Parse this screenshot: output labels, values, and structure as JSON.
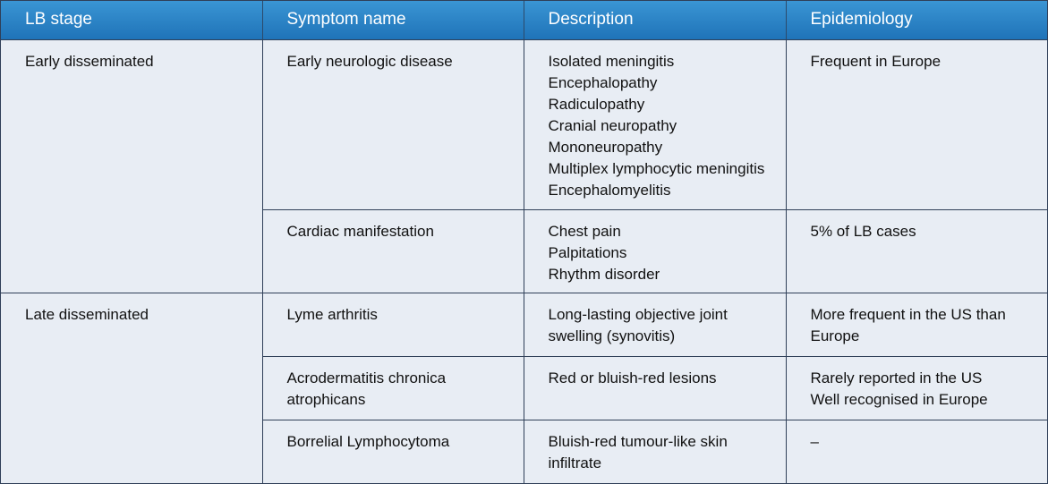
{
  "headers": [
    "LB stage",
    "Symptom name",
    "Description",
    "Epidemiology"
  ],
  "rows": [
    {
      "stage": "Early disseminated",
      "symptom": "Early neurologic disease",
      "description": [
        "Isolated meningitis",
        "Encephalopathy",
        "Radiculopathy",
        "Cranial neuropathy",
        "Mononeuropathy",
        "Multiplex lymphocytic meningitis",
        "Encephalomyelitis"
      ],
      "epidemiology": [
        "Frequent in Europe"
      ]
    },
    {
      "stage": "",
      "symptom": "Cardiac manifestation",
      "description": [
        "Chest pain",
        "Palpitations",
        "Rhythm disorder"
      ],
      "epidemiology": [
        "5% of LB cases"
      ]
    },
    {
      "stage": "Late disseminated",
      "symptom": "Lyme arthritis",
      "description": [
        "Long-lasting objective joint swelling (synovitis)"
      ],
      "epidemiology": [
        "More frequent in the US than Europe"
      ]
    },
    {
      "stage": "",
      "symptom": "Acrodermatitis chronica atrophicans",
      "description": [
        "Red or bluish-red lesions"
      ],
      "epidemiology": [
        "Rarely reported in the US",
        "Well recognised in Europe"
      ]
    },
    {
      "stage": "",
      "symptom": "Borrelial Lymphocytoma",
      "description": [
        "Bluish-red tumour-like skin infiltrate"
      ],
      "epidemiology": [
        "–"
      ]
    }
  ]
}
